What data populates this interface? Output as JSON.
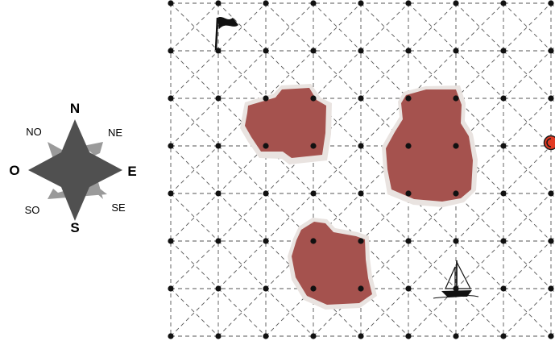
{
  "compass": {
    "labels": {
      "north": "N",
      "northeast": "NE",
      "east": "E",
      "southeast": "SE",
      "south": "S",
      "southwest": "SO",
      "west": "O",
      "northwest": "NO"
    },
    "colors": {
      "star": "#505050",
      "star_secondary": "#9a9a9a"
    }
  },
  "board": {
    "grid": {
      "columns": 9,
      "rows": 8,
      "line_style": "dashed",
      "diagonals": true
    },
    "colors": {
      "island": "#a5524e",
      "island_rim": "#e9e3e0",
      "grid_line": "#555555",
      "node": "#111111",
      "boat": "#111111",
      "flag": "#111111",
      "token": "#e23a23"
    },
    "icons": {
      "flag": "flag-icon",
      "boat": "sailboat-icon",
      "token": "red-token-icon"
    },
    "islands": [
      "island-northwest",
      "island-east",
      "island-south"
    ]
  }
}
